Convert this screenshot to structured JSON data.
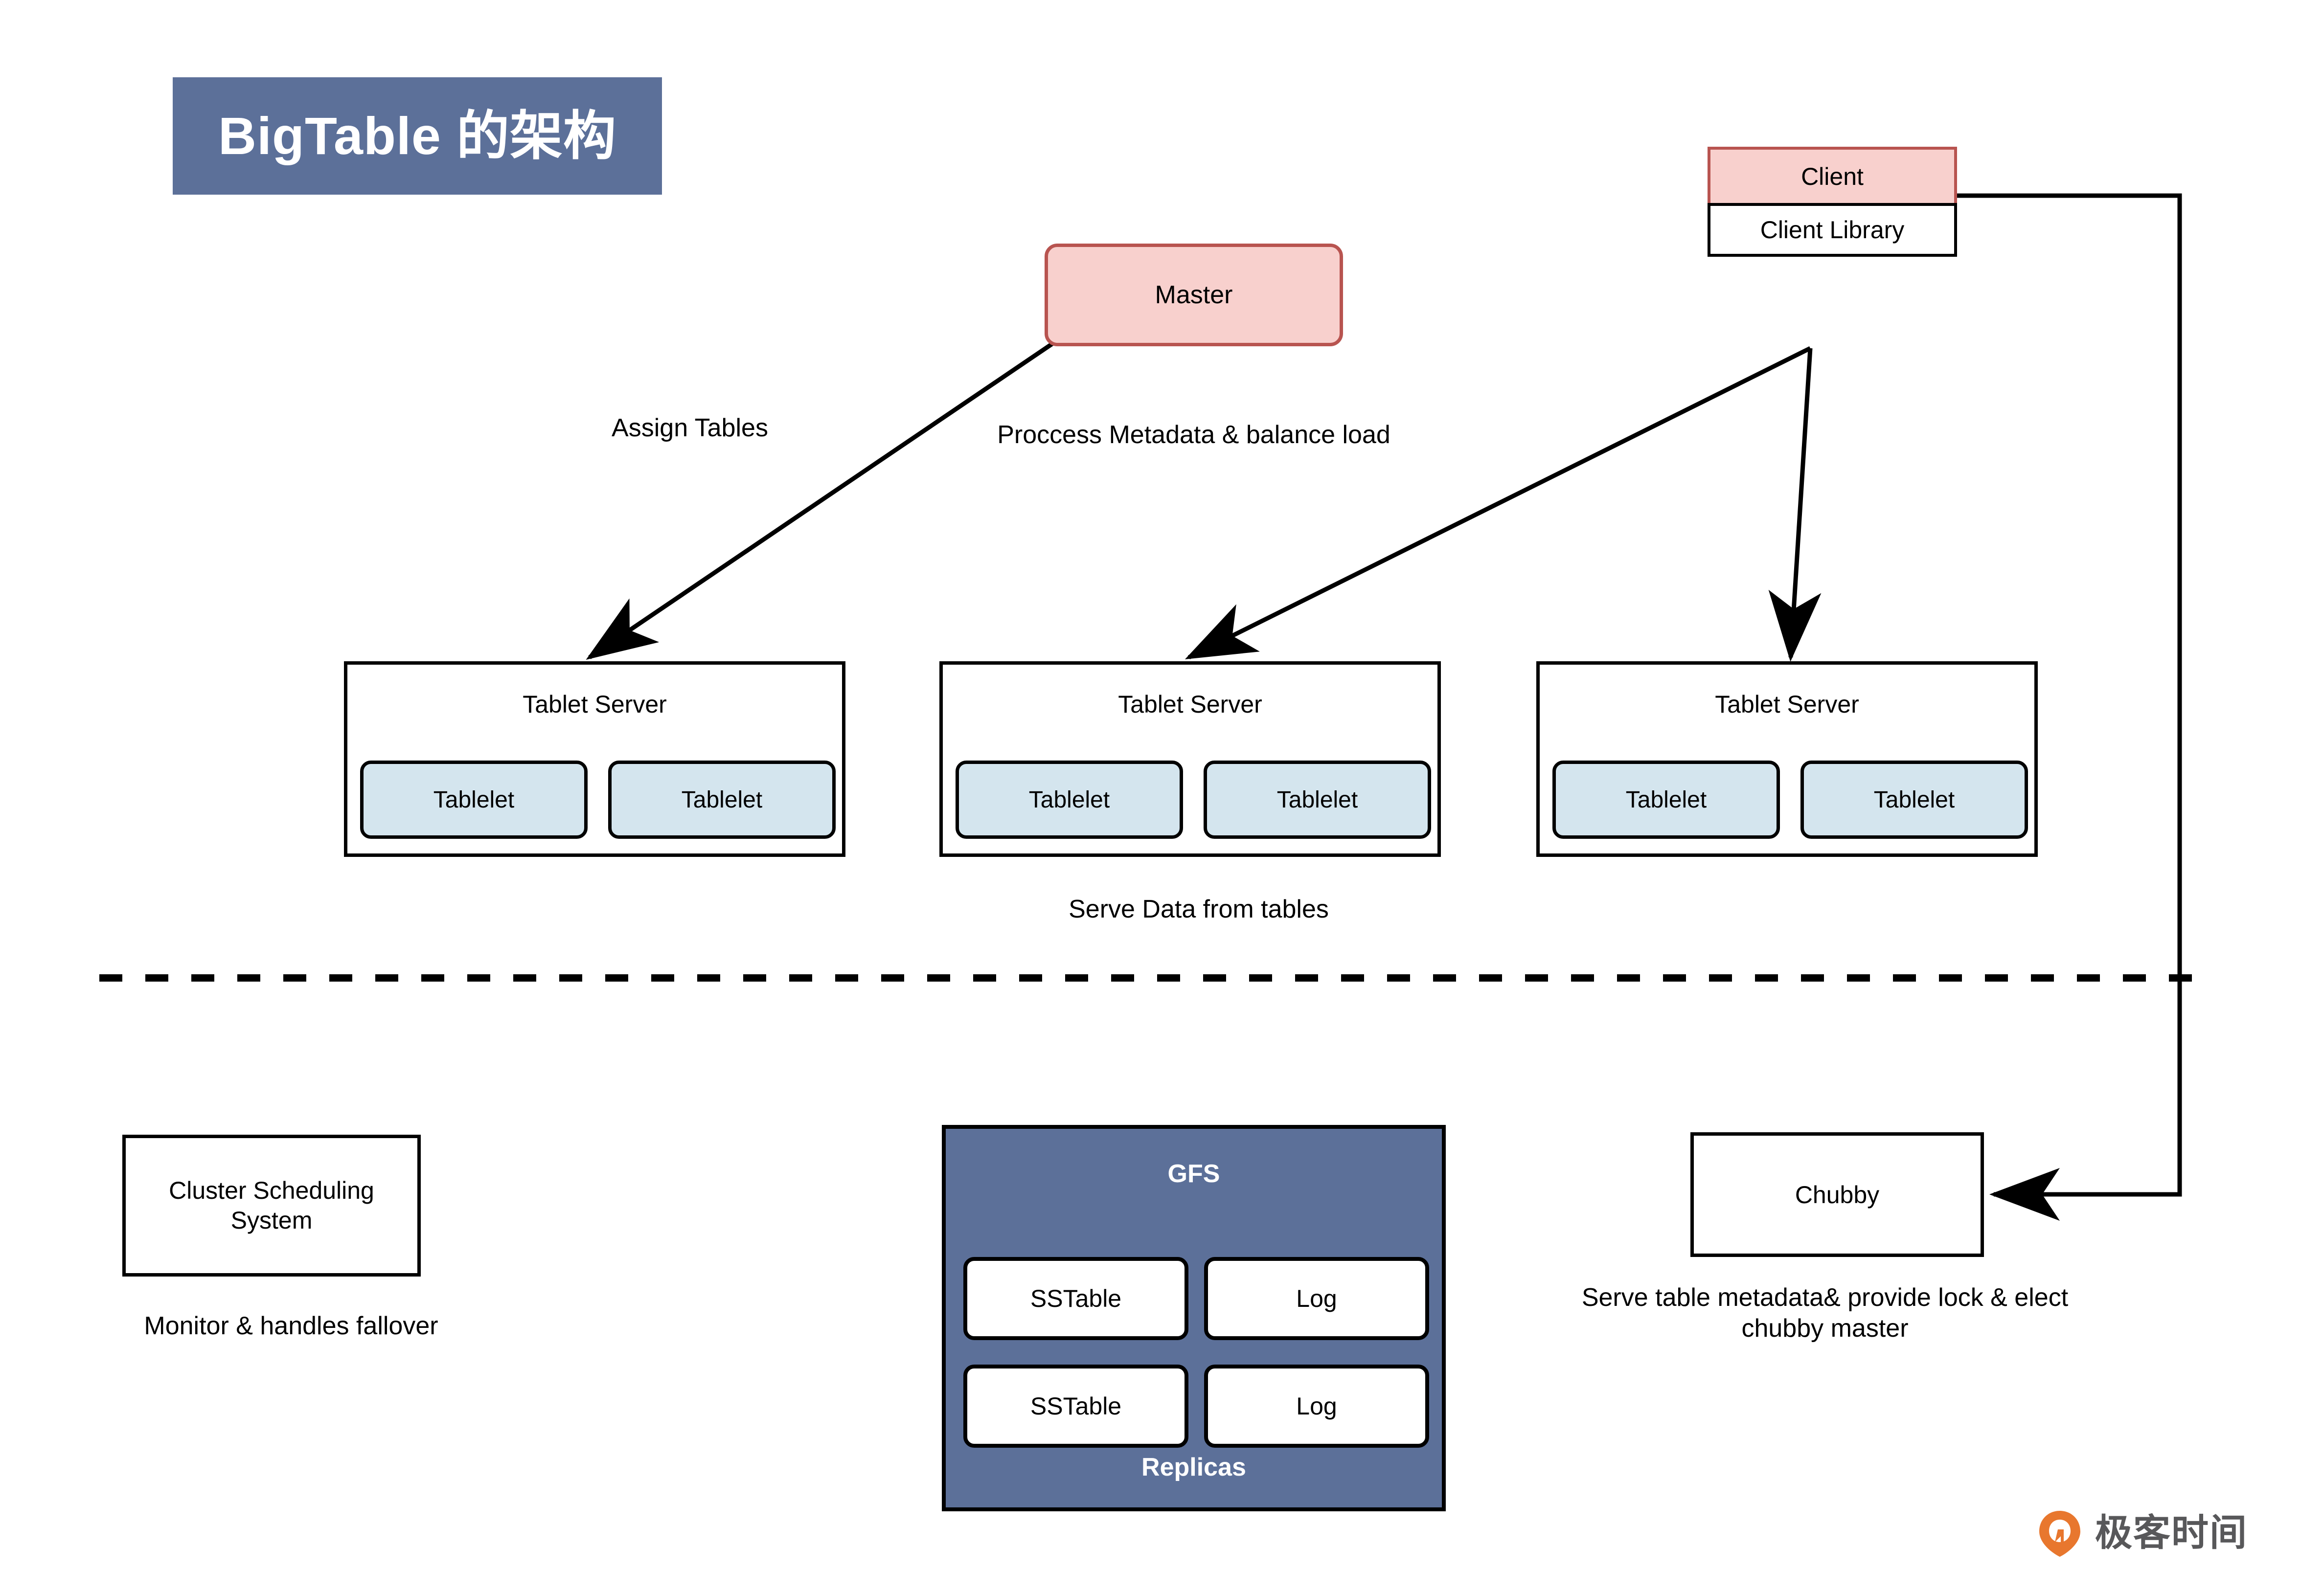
{
  "title": {
    "text": "BigTable 的架构",
    "banner_color": "#5c7099",
    "text_color": "#ffffff"
  },
  "colors": {
    "slate_blue": "#5c7099",
    "pink_fill": "#f8d0cd",
    "pink_border": "#b85450",
    "tablelet_fill": "#d4e5ee",
    "stroke": "#000000",
    "logo_orange": "#e8772e",
    "logo_gray": "#58585a"
  },
  "nodes": {
    "master": {
      "label": "Master",
      "caption": "Proccess Metadata & balance load"
    },
    "client": {
      "label": "Client",
      "library_label": "Client Library"
    },
    "tablet_servers": [
      {
        "label": "Tablet Server",
        "tablelets": [
          "Tablelet",
          "Tablelet"
        ]
      },
      {
        "label": "Tablet Server",
        "tablelets": [
          "Tablelet",
          "Tablelet"
        ]
      },
      {
        "label": "Tablet Server",
        "tablelets": [
          "Tablelet",
          "Tablelet"
        ]
      }
    ],
    "cluster_scheduling": {
      "label": "Cluster Scheduling System",
      "caption": "Monitor & handles fallover"
    },
    "gfs": {
      "title": "GFS",
      "footer": "Replicas",
      "cells": [
        "SSTable",
        "Log",
        "SSTable",
        "Log"
      ]
    },
    "chubby": {
      "label": "Chubby",
      "caption": "Serve table metadata& provide lock & elect chubby master"
    }
  },
  "edges": {
    "assign_tables": "Assign Tables",
    "serve_data": "Serve Data from tables"
  },
  "logo": {
    "text": "极客时间",
    "mark": "geekbang-pin-icon"
  }
}
